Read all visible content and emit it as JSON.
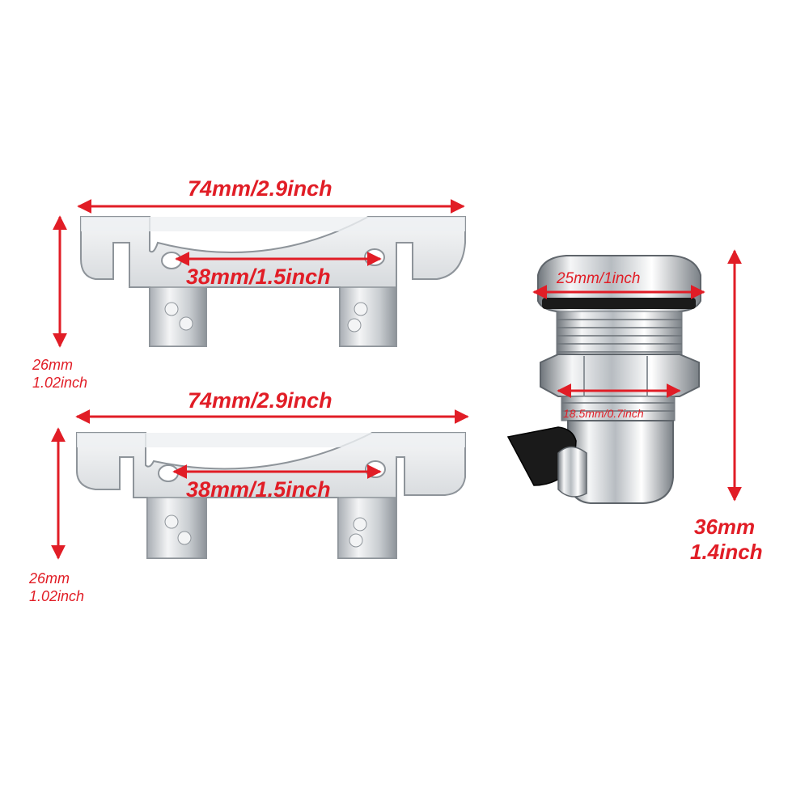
{
  "colors": {
    "dimension_red": "#e11d26",
    "metal_light": "#e8eaec",
    "metal_dark": "#9aa0a6",
    "latch_black": "#1a1a1a"
  },
  "bracket_top": {
    "width_label": "74mm/2.9inch",
    "hole_spacing_label": "38mm/1.5inch",
    "height_label_mm": "26mm",
    "height_label_inch": "1.02inch"
  },
  "bracket_bottom": {
    "width_label": "74mm/2.9inch",
    "hole_spacing_label": "38mm/1.5inch",
    "height_label_mm": "26mm",
    "height_label_inch": "1.02inch"
  },
  "lock": {
    "head_diameter_label": "25mm/1inch",
    "thread_diameter_label": "18.5mm/0.7inch",
    "height_label_mm": "36mm",
    "height_label_inch": "1.4inch"
  }
}
